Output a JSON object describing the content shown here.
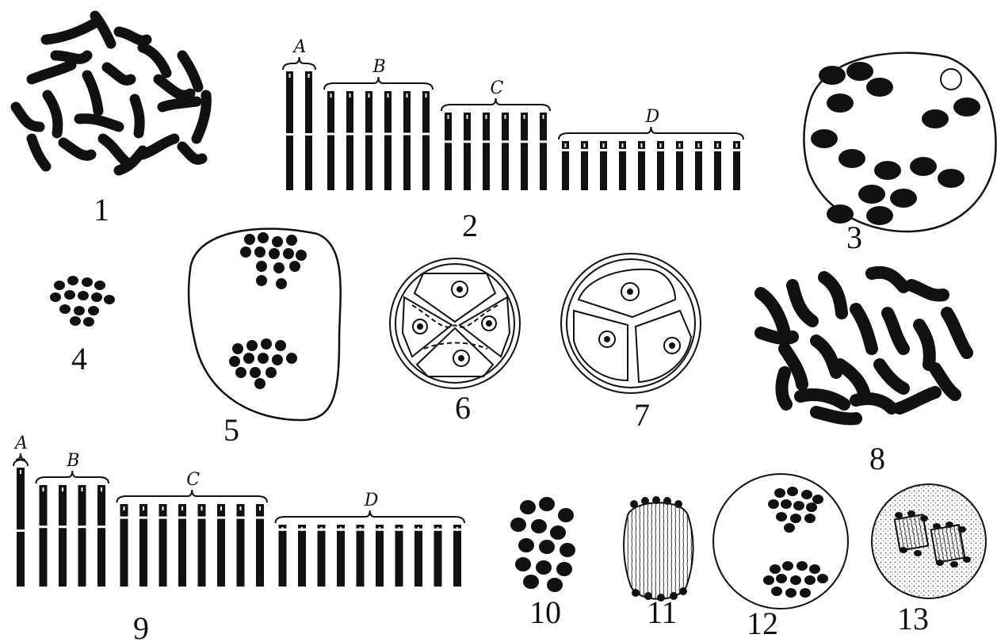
{
  "figure_numbers": [
    "1",
    "2",
    "3",
    "4",
    "5",
    "6",
    "7",
    "8",
    "9",
    "10",
    "11",
    "12",
    "13"
  ],
  "karyotype_2": {
    "groups": [
      {
        "label": "A",
        "count": 2
      },
      {
        "label": "B",
        "count": 6
      },
      {
        "label": "C",
        "count": 6
      },
      {
        "label": "D",
        "count": 10
      }
    ]
  },
  "karyotype_9": {
    "groups": [
      {
        "label": "A",
        "count": 1
      },
      {
        "label": "B",
        "count": 4
      },
      {
        "label": "C",
        "count": 8
      },
      {
        "label": "D",
        "count": 10
      }
    ]
  },
  "colors": {
    "ink": "#111111",
    "paper": "#ffffff",
    "stipple": "#cfcfcf"
  }
}
